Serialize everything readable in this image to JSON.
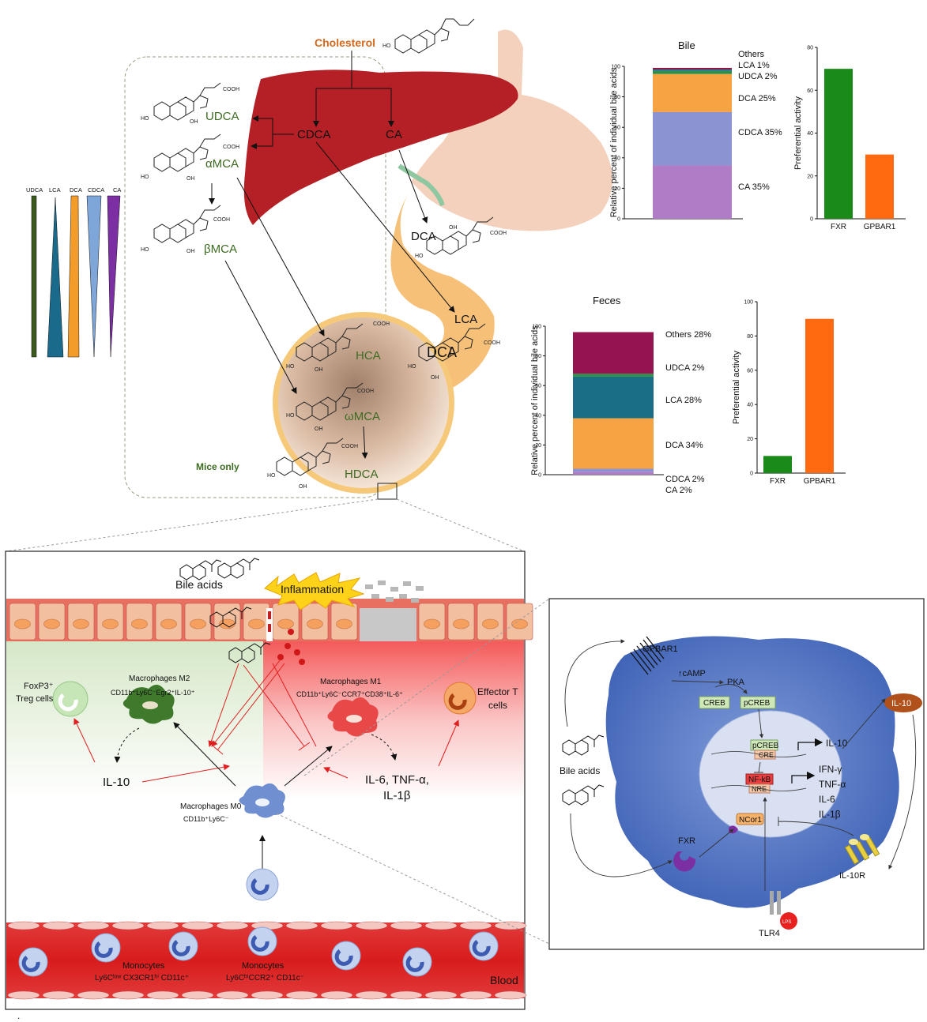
{
  "top": {
    "cholesterol": "Cholesterol",
    "udca": "UDCA",
    "cdca": "CDCA",
    "ca": "CA",
    "amca": "αMCA",
    "bmca": "βMCA",
    "dca": "DCA",
    "lca": "LCA",
    "dca2": "DCA",
    "hca": "HCA",
    "wmca": "ωMCA",
    "hdca": "HDCA",
    "mice_only": "Mice only",
    "cooh": "COOH",
    "ho": "HO",
    "oh": "OH"
  },
  "legend": {
    "labels": [
      "UDCA",
      "LCA",
      "DCA",
      "CDCA",
      "CA"
    ],
    "colors": [
      "#3c5a1e",
      "#1a6a8c",
      "#f39c2a",
      "#7ea6d8",
      "#7b2fa3"
    ]
  },
  "chart_data": [
    {
      "type": "bar",
      "title": "Bile",
      "stacked": true,
      "ylabel": "Relative percent of individual bile acids",
      "ylim": [
        0,
        100
      ],
      "yticks": [
        "0",
        "20",
        "40",
        "60",
        "80",
        "100"
      ],
      "series": [
        {
          "name": "CA",
          "value": 35,
          "color": "#b07cc6"
        },
        {
          "name": "CDCA",
          "value": 35,
          "color": "#8b93d3"
        },
        {
          "name": "DCA",
          "value": 25,
          "color": "#f6a343"
        },
        {
          "name": "UDCA",
          "value": 2,
          "color": "#2f8f4a"
        },
        {
          "name": "LCA",
          "value": 1,
          "color": "#1e6e8a"
        },
        {
          "name": "Others",
          "value": 1,
          "color": "#8a1040"
        }
      ],
      "labels": [
        "Others",
        "LCA  1%",
        "UDCA 2%",
        "DCA  25%",
        "CDCA 35%",
        "CA 35%"
      ]
    },
    {
      "type": "bar",
      "title": "",
      "ylabel": "Preferential activity",
      "ylim": [
        0,
        80
      ],
      "yticks": [
        "0",
        "20",
        "40",
        "60",
        "80"
      ],
      "categories": [
        "FXR",
        "GPBAR1"
      ],
      "values": [
        70,
        30
      ],
      "colors": [
        "#1a8a1a",
        "#ff6a10"
      ]
    },
    {
      "type": "bar",
      "title": "Feces",
      "stacked": true,
      "ylabel": "Relative percent of individual bile acids",
      "ylim": [
        0,
        100
      ],
      "yticks": [
        "0",
        "20",
        "40",
        "60",
        "80",
        "100"
      ],
      "series": [
        {
          "name": "CA",
          "value": 2,
          "color": "#b07cc6"
        },
        {
          "name": "CDCA",
          "value": 2,
          "color": "#8b93d3"
        },
        {
          "name": "DCA",
          "value": 34,
          "color": "#f6a343"
        },
        {
          "name": "LCA",
          "value": 28,
          "color": "#1a6e85"
        },
        {
          "name": "UDCA",
          "value": 2,
          "color": "#2f8f4a"
        },
        {
          "name": "Others",
          "value": 28,
          "color": "#951350"
        }
      ],
      "labels": [
        "Others 28%",
        "UDCA 2%",
        "LCA  28%",
        "DCA 34%",
        "CDCA 2%",
        "CA 2%"
      ]
    },
    {
      "type": "bar",
      "title": "",
      "ylabel": "Preferential activity",
      "ylim": [
        0,
        100
      ],
      "yticks": [
        "0",
        "20",
        "40",
        "60",
        "80",
        "100"
      ],
      "categories": [
        "FXR",
        "GPBAR1"
      ],
      "values": [
        10,
        90
      ],
      "colors": [
        "#1a8a1a",
        "#ff6a10"
      ]
    }
  ],
  "gut": {
    "bile_acids": "Bile acids",
    "inflammation": "Inflammation",
    "foxp3_line1": "FoxP3⁺",
    "foxp3_line2": "Treg cells",
    "m2_line1": "Macrophages M2",
    "m2_line2": "CD11b⁺Ly6C⁻Egr2⁺IL-10⁺",
    "m1_line1": "Macrophages M1",
    "m1_line2": "CD11b⁺Ly6C⁻CCR7⁺CD38⁺IL-6⁺",
    "effector_line1": "Effector T",
    "effector_line2": "cells",
    "il10": "IL-10",
    "cytokines_line1": "IL-6, TNF-α,",
    "cytokines_line2": "IL-1β",
    "m0_line1": "Macrophages M0",
    "m0_line2": "CD11b⁺Ly6C⁻",
    "mono1_line1": "Monocytes",
    "mono1_line2": "Ly6Cˡᵒʷ CX3CR1ʰⁱ CD11c⁺",
    "mono2_line1": "Monocytes",
    "mono2_line2": "Ly6CʰⁱCCR2⁺ CD11c⁻",
    "blood": "Blood"
  },
  "cell": {
    "gpbar1": "GPBAR1",
    "camp": "↑cAMP",
    "pka": "PKA",
    "creb": "CREB",
    "pcreb": "pCREB",
    "pcreb2": "pCREB",
    "cre": "CRE",
    "il10_gene": "IL-10",
    "nfkb": "NF-kB",
    "nre": "NRE",
    "ifng": "IFN-γ",
    "tnfa": "TNF-α",
    "il6": "IL-6",
    "il1b": "IL-1β",
    "ncor1": "NCor1",
    "fxr": "FXR",
    "bile_acids": "Bile acids",
    "il10_secreted": "IL-10",
    "il10r": "IL-10R",
    "tlr4": "TLR4",
    "lps": "LPS"
  },
  "footnote": "."
}
